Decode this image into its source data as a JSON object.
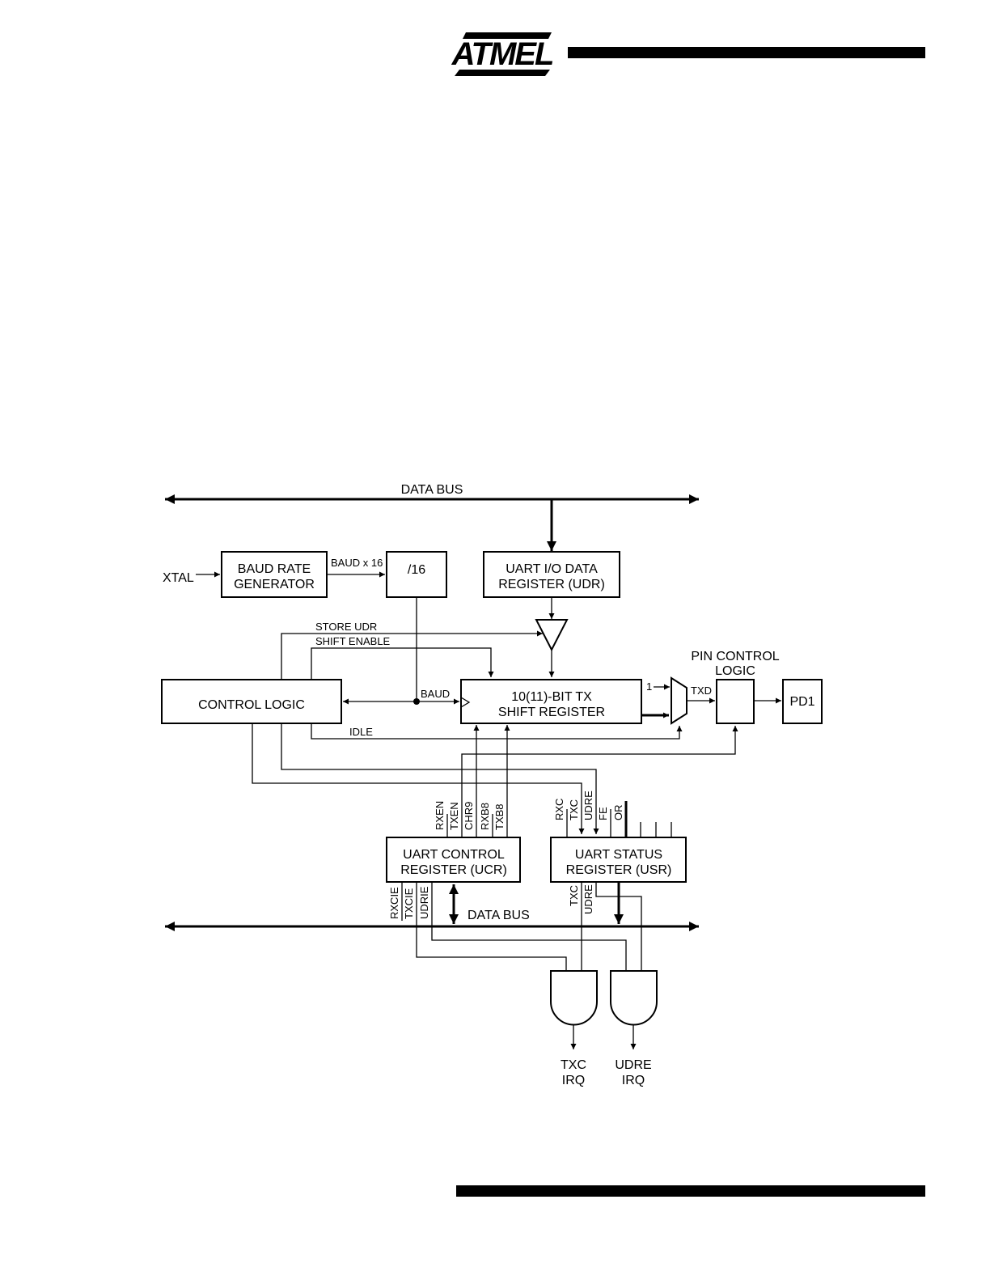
{
  "brand": {
    "logo_text": "ATMEL"
  },
  "diagram": {
    "data_bus_top": "DATA BUS",
    "data_bus_bottom": "DATA BUS",
    "xtal": "XTAL",
    "baud_rate_generator": [
      "BAUD RATE",
      "GENERATOR"
    ],
    "baud_x16": "BAUD x 16",
    "div16": "/16",
    "udr": [
      "UART I/O DATA",
      "REGISTER (UDR)"
    ],
    "store_udr": "STORE UDR",
    "shift_enable": "SHIFT ENABLE",
    "pin_control_logic": [
      "PIN CONTROL",
      "LOGIC"
    ],
    "control_logic": "CONTROL LOGIC",
    "baud": "BAUD",
    "shift_register": [
      "10(11)-BIT TX",
      "SHIFT REGISTER"
    ],
    "mux_one": "1",
    "txd": "TXD",
    "pd1": "PD1",
    "idle": "IDLE",
    "ucr_bits_top": [
      "RXEN",
      "TXEN",
      "CHR9",
      "RXB8",
      "TXB8"
    ],
    "usr_bits_top": [
      "RXC",
      "TXC",
      "UDRE",
      "FE",
      "OR"
    ],
    "ucr": [
      "UART CONTROL",
      "REGISTER (UCR)"
    ],
    "usr": [
      "UART STATUS",
      "REGISTER (USR)"
    ],
    "ucr_bits_bottom": [
      "RXCIE",
      "TXCIE",
      "UDRIE"
    ],
    "usr_bits_bottom": [
      "TXC",
      "UDRE"
    ],
    "txc_irq": [
      "TXC",
      "IRQ"
    ],
    "udre_irq": [
      "UDRE",
      "IRQ"
    ]
  }
}
